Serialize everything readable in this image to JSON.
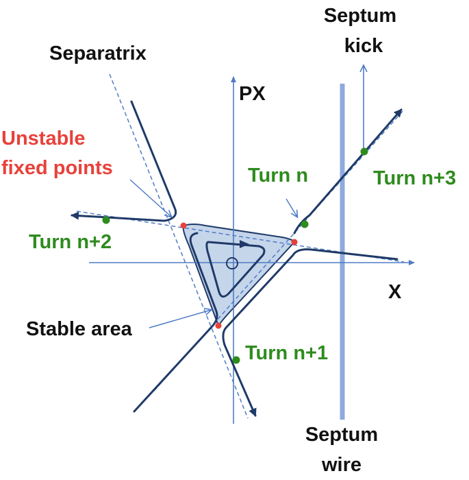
{
  "labels": {
    "septum_kick_line1": "Septum",
    "septum_kick_line2": "kick",
    "separatrix": "Separatrix",
    "px_axis": "PX",
    "unstable_line1": "Unstable",
    "unstable_line2": "fixed points",
    "turn_n": "Turn n",
    "turn_n3": "Turn n+3",
    "turn_n2": "Turn n+2",
    "x_axis": "X",
    "stable_area": "Stable area",
    "turn_n1": "Turn n+1",
    "septum_wire_line1": "Septum",
    "septum_wire_line2": "wire"
  },
  "colors": {
    "trajectory": "#1f3a68",
    "axis": "#4f7cc4",
    "septum": "#8faadc",
    "stable_fill": "#c5d5ea",
    "unstable_point": "#e8413a",
    "turn_point": "#2e8b1e",
    "label_black": "#111111",
    "label_red": "#e8413a",
    "label_green": "#2e8b1e"
  }
}
